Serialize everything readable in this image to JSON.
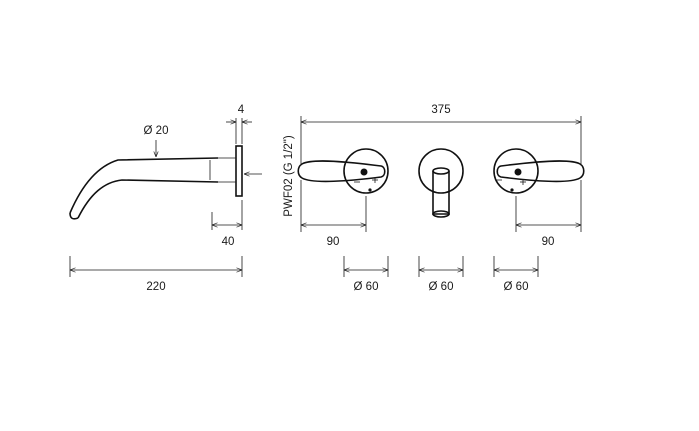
{
  "dimensions": {
    "diameter_spout": "Ø 20",
    "plate_thickness": "4",
    "plate_depth": "40",
    "spout_length": "220",
    "overall_width": "375",
    "left_handle_offset": "90",
    "right_handle_offset": "90",
    "left_plate_diameter": "Ø 60",
    "center_plate_diameter": "Ø 60",
    "right_plate_diameter": "Ø 60"
  },
  "product": {
    "code_label": "PWF02 (G 1/2\")"
  }
}
